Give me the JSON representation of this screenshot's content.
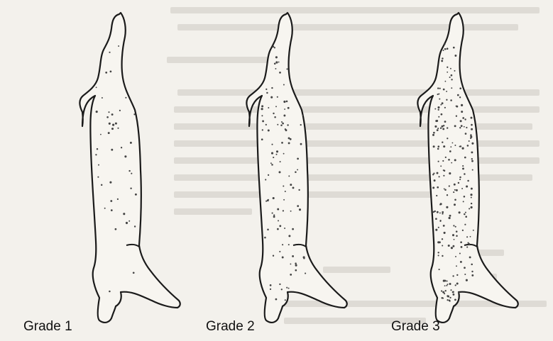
{
  "figure": {
    "labels": [
      "Grade 1",
      "Grade 2",
      "Grade 3"
    ],
    "speckle_density": [
      {
        "grade": "Grade 1",
        "level": "low"
      },
      {
        "grade": "Grade 2",
        "level": "medium"
      },
      {
        "grade": "Grade 3",
        "level": "high"
      }
    ],
    "colors": {
      "outline": "#1a1a1a",
      "speckle": "#444444",
      "paper": "#f3f1ec",
      "bleedthrough": "#dedbd5"
    }
  }
}
